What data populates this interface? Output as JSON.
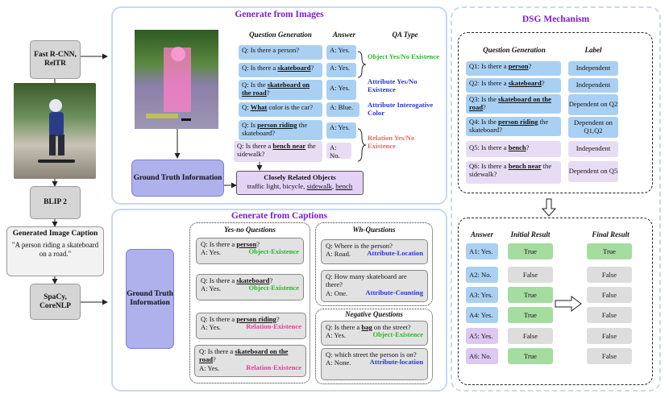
{
  "left": {
    "detector": "Fast R-CNN, RelTR",
    "blip": "BLIP 2",
    "caption_title": "Generated Image Caption",
    "caption_text": "\"A person riding a skateboard on a road.\"",
    "nlp": "SpaCy, CoreNLP"
  },
  "images_panel": {
    "title": "Generate from Images",
    "headers": {
      "qg": "Question Generation",
      "answer": "Answer",
      "qa_type": "QA Type"
    },
    "rows": [
      {
        "q_pre": "Q: Is there a person?",
        "q_ul": "",
        "q_post": "",
        "a": "A: Yes."
      },
      {
        "q_pre": "Q: Is there a ",
        "q_ul": "skateboard",
        "q_post": "?",
        "a": "A: Yes."
      },
      {
        "q_pre": "Q: Is the ",
        "q_ul": "skateboard on the road",
        "q_post": "?",
        "a": "A: Yes."
      },
      {
        "q_pre": "Q: ",
        "q_ul": "What",
        "q_post": " color is the car?",
        "a": "A: Blue."
      },
      {
        "q_pre": "Q: Is ",
        "q_ul": "person riding",
        "q_post": " the skateboard?",
        "a": "A: Yes."
      },
      {
        "q_pre": "Q: Is there a ",
        "q_ul": "bench near",
        "q_post": " the sidewalk?",
        "a": "A: No."
      }
    ],
    "types": [
      "Object Yes/No Existence",
      "Attribute Yes/No Existence",
      "Attribute Interogative Color",
      "Relation Yes/No Existence"
    ],
    "gt": "Ground Truth Information",
    "related_title": "Closely Related Objects",
    "related_plain": "traffic light, bicycle, ",
    "related_ul1": "sidewalk",
    "related_sep": ", ",
    "related_ul2": "bench"
  },
  "captions_panel": {
    "title": "Generate from Captions",
    "gt": "Ground Truth Information",
    "yesno_title": "Yes-no Questions",
    "yesno": [
      {
        "q_pre": "Q: Is there a ",
        "q_ul": "person",
        "q_post": "?",
        "a": "A: Yes.",
        "tag": "Object-Existence"
      },
      {
        "q_pre": "Q: Is there a ",
        "q_ul": "skateboard",
        "q_post": "?",
        "a": "A: Yes.",
        "tag": "Object-Existence"
      },
      {
        "q_pre": "Q: Is there a ",
        "q_ul": "person riding",
        "q_post": "?",
        "a": "A: Yes.",
        "tag": "Relation-Existence"
      },
      {
        "q_pre": "Q: Is there a ",
        "q_ul": "skateboard on the road",
        "q_post": "?",
        "a": "A: Yes.",
        "tag": "Relation-Existence"
      }
    ],
    "wh_title": "Wh-Questions",
    "wh": [
      {
        "q": "Q: Where is the person?",
        "a": "A: Road.",
        "tag": "Attribute-Location"
      },
      {
        "q": "Q: How many skateboard are there?",
        "a": "A: One.",
        "tag": "Attribute-Counting"
      }
    ],
    "neg_title": "Negative Questions",
    "neg": [
      {
        "q_pre": "Q: Is there a ",
        "q_ul": "bag",
        "q_post": " on the street?",
        "a": "A: Yes.",
        "tag": "Object-Existence"
      },
      {
        "q_pre": "Q: which street the person is on?",
        "q_ul": "",
        "q_post": "",
        "a": "A: None.",
        "tag": "Attribute-location"
      }
    ]
  },
  "dsg": {
    "title": "DSG Mechanism",
    "headers": {
      "qg": "Question Generation",
      "label": "Label"
    },
    "rows": [
      {
        "q_pre": "Q1: Is there a ",
        "q_ul": "person",
        "q_post": "?",
        "label": "Independent"
      },
      {
        "q_pre": "Q2: Is there a ",
        "q_ul": "skateboard",
        "q_post": "?",
        "label": "Independent"
      },
      {
        "q_pre": "Q3: Is the ",
        "q_ul": "skateboard on the road",
        "q_post": "?",
        "label": "Dependent on Q2"
      },
      {
        "q_pre": "Q4: Is the ",
        "q_ul": "person riding",
        "q_post": " the skateboard?",
        "label": "Dependent on Q1,Q2"
      },
      {
        "q_pre": "Q5: Is there a ",
        "q_ul": "bench",
        "q_post": "?",
        "label": "Independent"
      },
      {
        "q_pre": "Q6: Is there a ",
        "q_ul": "bench near",
        "q_post": " the sidewalk?",
        "label": "Dependent on Q5"
      }
    ],
    "results_headers": {
      "answer": "Answer",
      "initial": "Initial Result",
      "final": "Final Result"
    },
    "results": [
      {
        "answer": "A1: Yes.",
        "initial": "True",
        "final": "True"
      },
      {
        "answer": "A2: No.",
        "initial": "False",
        "final": "False"
      },
      {
        "answer": "A3: Yes.",
        "initial": "True",
        "final": "False"
      },
      {
        "answer": "A4: Yes.",
        "initial": "True",
        "final": "False"
      },
      {
        "answer": "A5: Yes.",
        "initial": "False",
        "final": "False"
      },
      {
        "answer": "A6: No.",
        "initial": "True",
        "final": "False"
      }
    ]
  },
  "colors": {
    "accent_purple": "#7a1fc9",
    "question_blue": "#a9d0f2",
    "question_purple": "#e8dcf5",
    "true_green": "#a5dca0",
    "gt_lavender": "#aeb1ec"
  }
}
